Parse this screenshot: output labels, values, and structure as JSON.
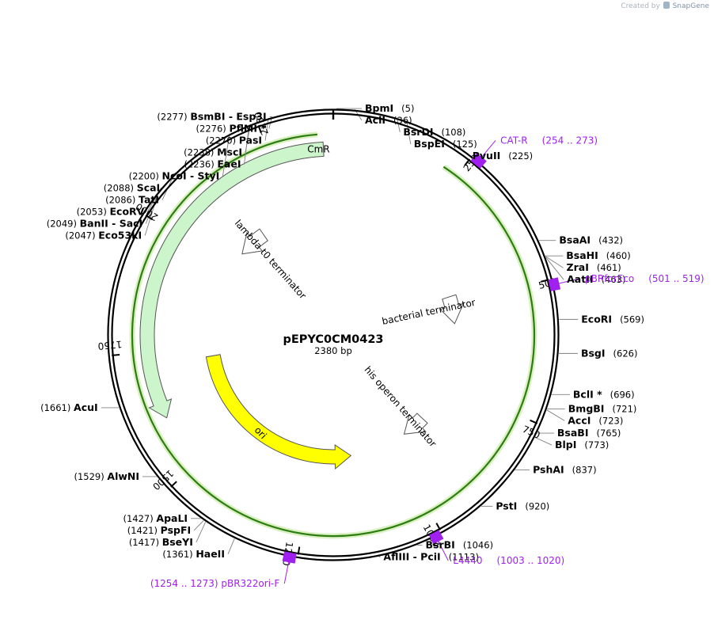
{
  "credit": {
    "prefix": "Created by",
    "brand": "SnapGene"
  },
  "plasmid": {
    "name": "pEPYC0CM0423",
    "size_bp": 2380,
    "size_label": "2380 bp"
  },
  "colors": {
    "backbone": "#000000",
    "cmr_fill": "#ccf5cc",
    "ori_fill": "#ffff00",
    "terminator_fill": "#ffffff",
    "primer": "#a020f0",
    "orf": "#2e7d12",
    "leader": "#808080"
  },
  "ticks": [
    {
      "pos": 250,
      "label": "250"
    },
    {
      "pos": 500,
      "label": "500"
    },
    {
      "pos": 750,
      "label": "750"
    },
    {
      "pos": 1000,
      "label": "1000"
    },
    {
      "pos": 1250,
      "label": "1250"
    },
    {
      "pos": 1500,
      "label": "1500"
    },
    {
      "pos": 1750,
      "label": "1750"
    },
    {
      "pos": 2000,
      "label": "2000"
    },
    {
      "pos": 2250,
      "label": "2250"
    }
  ],
  "features": [
    {
      "name": "CmR",
      "start": 1610,
      "end": 2360,
      "direction": "reverse",
      "type": "cds",
      "track": 1,
      "fill": "#ccf5cc"
    },
    {
      "name": "lambda t0 terminator",
      "start": 2150,
      "end": 2060,
      "direction": "reverse",
      "type": "terminator",
      "track": 2,
      "fill": "#ffffff"
    },
    {
      "name": "bacterial terminator",
      "start": 475,
      "end": 560,
      "direction": "forward",
      "type": "terminator",
      "track": 2,
      "fill": "#ffffff"
    },
    {
      "name": "his operon terminator",
      "start": 880,
      "end": 955,
      "direction": "forward",
      "type": "terminator",
      "track": 2,
      "fill": "#ffffff"
    },
    {
      "name": "ori",
      "start": 1135,
      "end": 1720,
      "direction": "reverse",
      "type": "rep_origin",
      "track": 2,
      "fill": "#ffff00"
    }
  ],
  "orfs": [
    {
      "start": 220,
      "end": 2360,
      "direction": "reverse"
    }
  ],
  "enzymes_right": [
    {
      "name": "BpmI",
      "pos_label": "(5)",
      "pos": 5
    },
    {
      "name": "AclI",
      "pos_label": "(36)",
      "pos": 36
    },
    {
      "name": "BsrDI",
      "pos_label": "(108)",
      "pos": 108
    },
    {
      "name": "BspEI",
      "pos_label": "(125)",
      "pos": 125
    },
    {
      "name": "PvuII",
      "pos_label": "(225)",
      "pos": 225
    },
    {
      "name": "BsaAI",
      "pos_label": "(432)",
      "pos": 432
    },
    {
      "name": "BsaHI",
      "pos_label": "(460)",
      "pos": 460
    },
    {
      "name": "ZraI",
      "pos_label": "(461)",
      "pos": 461
    },
    {
      "name": "AatII",
      "pos_label": "(463)",
      "pos": 463
    },
    {
      "name": "EcoRI",
      "pos_label": "(569)",
      "pos": 569
    },
    {
      "name": "BsgI",
      "pos_label": "(626)",
      "pos": 626
    },
    {
      "name": "BclI *",
      "pos_label": "(696)",
      "pos": 696
    },
    {
      "name": "BmgBI",
      "pos_label": "(721)",
      "pos": 721
    },
    {
      "name": "AccI",
      "pos_label": "(723)",
      "pos": 723
    },
    {
      "name": "BsaBI",
      "pos_label": "(765)",
      "pos": 765
    },
    {
      "name": "BlpI",
      "pos_label": "(773)",
      "pos": 773
    },
    {
      "name": "PshAI",
      "pos_label": "(837)",
      "pos": 837
    },
    {
      "name": "PstI",
      "pos_label": "(920)",
      "pos": 920
    },
    {
      "name": "BsrBI",
      "pos_label": "(1046)",
      "pos": 1046
    },
    {
      "name": "AflIII - PciI",
      "pos_label": "(1113)",
      "pos": 1113
    }
  ],
  "enzymes_left": [
    {
      "name": "HaeII",
      "pos_label": "(1361)",
      "pos": 1361
    },
    {
      "name": "BseYI",
      "pos_label": "(1417)",
      "pos": 1417
    },
    {
      "name": "PspFI",
      "pos_label": "(1421)",
      "pos": 1421
    },
    {
      "name": "ApaLI",
      "pos_label": "(1427)",
      "pos": 1427
    },
    {
      "name": "AlwNI",
      "pos_label": "(1529)",
      "pos": 1529
    },
    {
      "name": "AcuI",
      "pos_label": "(1661)",
      "pos": 1661
    },
    {
      "name": "Eco53kI",
      "pos_label": "(2047)",
      "pos": 2047
    },
    {
      "name": "BanII - SacI",
      "pos_label": "(2049)",
      "pos": 2049
    },
    {
      "name": "EcoRV",
      "pos_label": "(2053)",
      "pos": 2053
    },
    {
      "name": "TatI",
      "pos_label": "(2086)",
      "pos": 2086
    },
    {
      "name": "ScaI",
      "pos_label": "(2088)",
      "pos": 2088
    },
    {
      "name": "NcoI - StyI",
      "pos_label": "(2200)",
      "pos": 2200
    },
    {
      "name": "EaeI",
      "pos_label": "(2236)",
      "pos": 2236
    },
    {
      "name": "MscI",
      "pos_label": "(2238)",
      "pos": 2238
    },
    {
      "name": "PasI",
      "pos_label": "(2270)",
      "pos": 2270
    },
    {
      "name": "PflMI *",
      "pos_label": "(2276)",
      "pos": 2276
    },
    {
      "name": "BsmBI - Esp3I",
      "pos_label": "(2277)",
      "pos": 2277
    }
  ],
  "primers": [
    {
      "name": "CAT-R",
      "pos_label": "(254 .. 273)",
      "start": 254,
      "end": 273,
      "side": "right"
    },
    {
      "name": "pBRforEco",
      "pos_label": "(501 .. 519)",
      "start": 501,
      "end": 519,
      "side": "right"
    },
    {
      "name": "L4440",
      "pos_label": "(1003 .. 1020)",
      "start": 1003,
      "end": 1020,
      "side": "right"
    },
    {
      "name": "pBR322ori-F",
      "pos_label": "(1254 .. 1273)",
      "start": 1254,
      "end": 1273,
      "side": "left"
    }
  ]
}
